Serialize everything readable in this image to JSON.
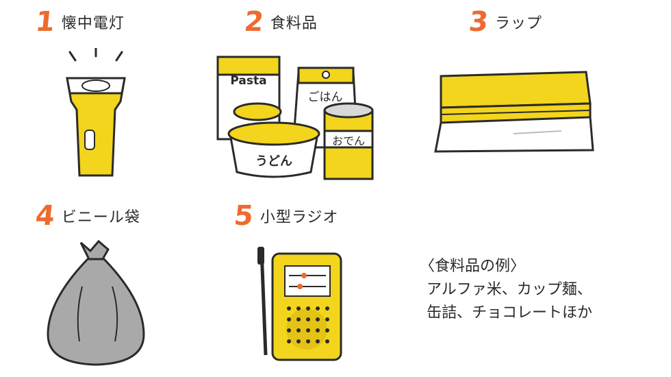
{
  "items": [
    {
      "number": "1",
      "name": "懐中電灯"
    },
    {
      "number": "2",
      "name": "食料品"
    },
    {
      "number": "3",
      "name": "ラップ"
    },
    {
      "number": "4",
      "name": "ビニール袋"
    },
    {
      "number": "5",
      "name": "小型ラジオ"
    }
  ],
  "food_labels": {
    "pasta": "Pasta",
    "rice": "ごはん",
    "udon": "うどん",
    "oden": "おでん"
  },
  "note": {
    "heading": "〈食料品の例〉",
    "line1": "アルファ米、カップ麺、",
    "line2": "缶詰、チョコレートほか"
  },
  "colors": {
    "accent_number": "#ee6a2f",
    "yellow": "#f2d51c",
    "bag_gray": "#a9a9a9",
    "outline": "#2a2a2a"
  }
}
